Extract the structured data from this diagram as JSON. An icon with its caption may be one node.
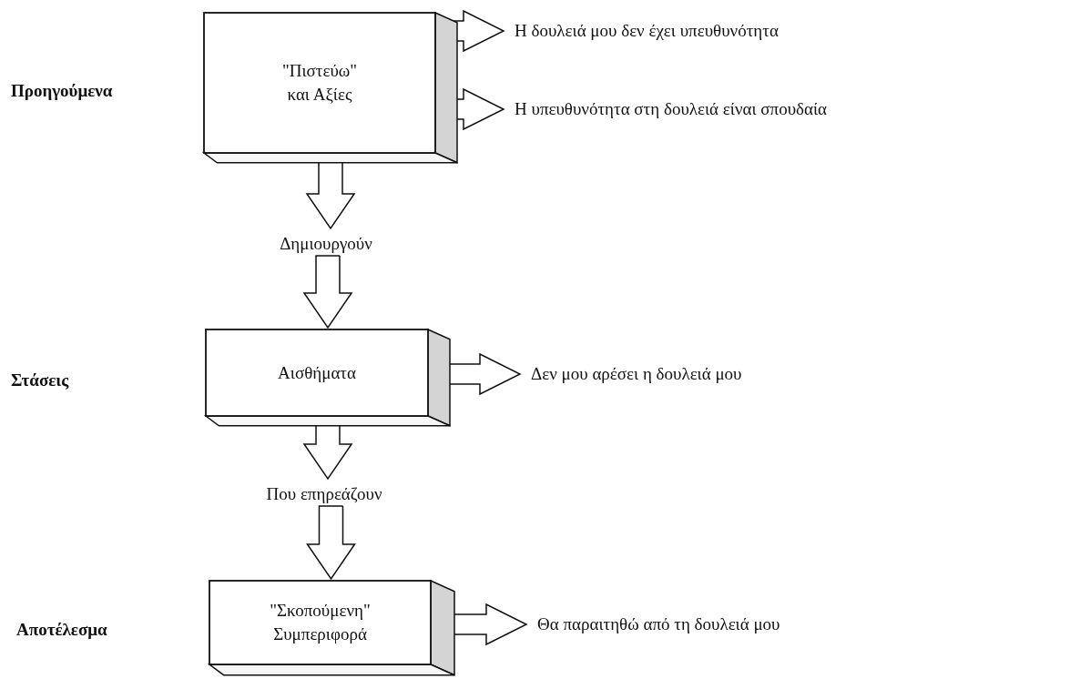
{
  "diagram": {
    "nodes": [
      {
        "text": [
          "\"Πιστεύω\" και Αξίες"
        ]
      },
      {
        "text": [
          "Η δουλειά μου δεν έχει υπευθυνότητα"
        ]
      },
      {
        "text": [
          "Η υπευθυνότητα στη δουλειά είναι σπουδαία"
        ]
      },
      {
        "text": [
          "Δημιουργούν"
        ]
      },
      {
        "text": [
          "Αισθήματα"
        ]
      },
      {
        "text": [
          "Δεν μου αρέσει η δουλειά μου"
        ]
      },
      {
        "text": [
          "Που επηρεάζουν"
        ]
      },
      {
        "text": [
          "\"Σκοπούμενη\" Συμπεριφορά"
        ]
      },
      {
        "text": [
          "Θα παραιτηθώ από τη δουλειά μου"
        ]
      }
    ],
    "edges": [
      {
        "from": 0,
        "to": 1,
        "arrow": "to"
      },
      {
        "from": 0,
        "to": 2,
        "arrow": "to"
      },
      {
        "from": 0,
        "to": 3,
        "arrow": "to"
      },
      {
        "from": 3,
        "to": 4,
        "arrow": "to"
      },
      {
        "from": 4,
        "to": 5,
        "arrow": "to"
      },
      {
        "from": 4,
        "to": 6,
        "arrow": "to"
      },
      {
        "from": 6,
        "to": 7,
        "arrow": "to"
      },
      {
        "from": 7,
        "to": 8,
        "arrow": "to"
      }
    ],
    "labels": [
      "Προηγούμενα",
      "Στάσεις",
      "Αποτέλεσμα"
    ]
  }
}
